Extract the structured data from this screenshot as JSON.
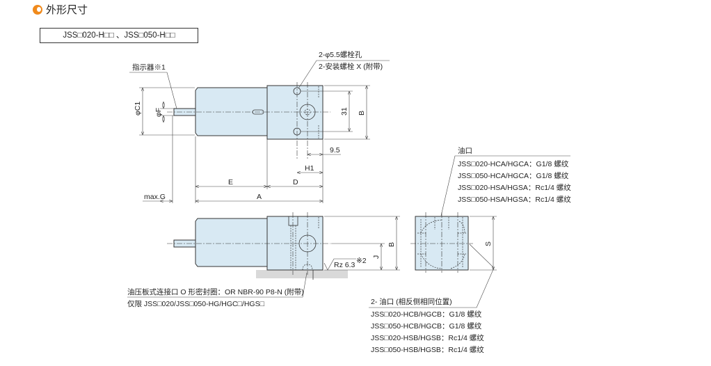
{
  "header": {
    "title": "外形尺寸",
    "bullet_color": "#f08a1c"
  },
  "model_box": "JSS□020-H□□ 、JSS□050-H□□",
  "top_view": {
    "indicator_label": "指示器※1",
    "bolt_hole_label": "2-φ5.5螺栓孔",
    "bolt_label": "2-安装螺栓 X (附带)",
    "dims": {
      "c1": "φC1",
      "f": "φF",
      "b": "B",
      "d31": "31",
      "d95": "9.5",
      "h1": "H1",
      "e": "E",
      "d": "D",
      "a": "A",
      "g": "max.G"
    }
  },
  "side_view": {
    "port_title": "油口",
    "port_lines": [
      "JSS□020-HCA/HGCA：G1/8 螺纹",
      "JSS□050-HCA/HGCA：G1/8 螺纹",
      "JSS□020-HSA/HGSA：Rc1/4 螺纹",
      "JSS□050-HSA/HGSA：Rc1/4 螺纹"
    ],
    "dim_s": "S"
  },
  "front_view": {
    "dim_b": "B",
    "dim_j": "J",
    "roughness": "Rz 6.3",
    "roughness_note": "※2",
    "plate_label": "油压板式连接口  O 形密封圈：OR NBR-90 P8-N (附带)",
    "plate_note": "仅限 JSS□020/JSS□050-HG/HGC□/HGS□"
  },
  "port_b": {
    "title": "2- 油口 (相反侧相同位置)",
    "lines": [
      "JSS□020-HCB/HGCB：G1/8 螺纹",
      "JSS□050-HCB/HGCB：G1/8 螺纹",
      "JSS□020-HSB/HGSB：Rc1/4 螺纹",
      "JSS□050-HSB/HGSB：Rc1/4 螺纹"
    ]
  }
}
